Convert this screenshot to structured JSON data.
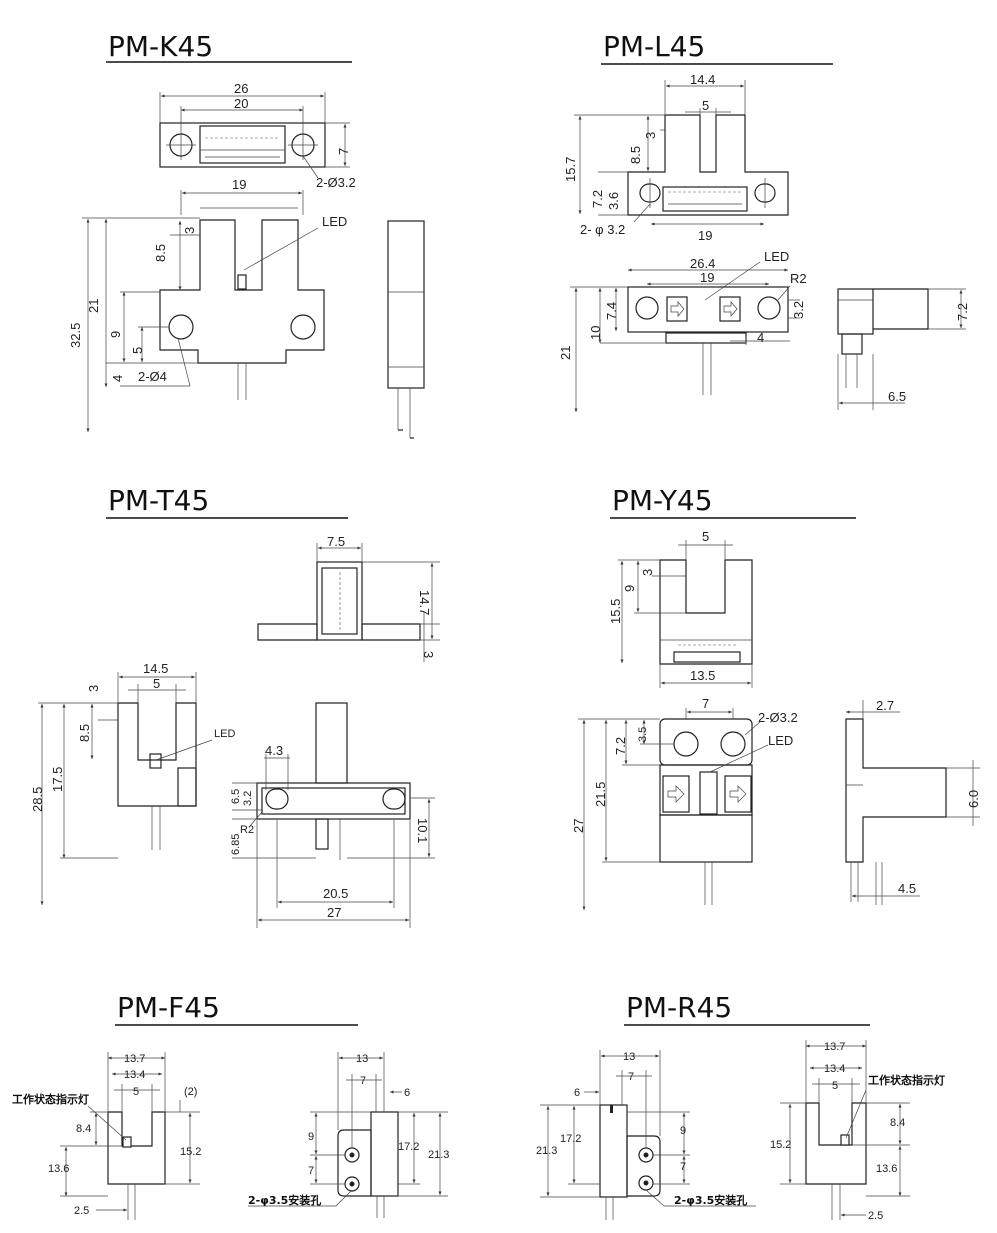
{
  "models": {
    "k45": {
      "title": "PM-K45",
      "dims": {
        "w26": "26",
        "w20": "20",
        "h7": "7",
        "holes": "2-Ø3.2",
        "w19": "19",
        "h3": "3",
        "h8_5": "8.5",
        "h32_5": "32.5",
        "h21": "21",
        "h9": "9",
        "h5": "5",
        "h4": "4",
        "holes2": "2-Ø4"
      },
      "led": "LED"
    },
    "l45": {
      "title": "PM-L45",
      "dims": {
        "w14_4": "14.4",
        "w5": "5",
        "h15_7": "15.7",
        "h8_5": "8.5",
        "h3": "3",
        "h7_2": "7.2",
        "h3_6": "3.6",
        "holes": "2- φ 3.2",
        "w19": "19",
        "w26_4": "26.4",
        "w19b": "19",
        "r2": "R2",
        "h7_4": "7.4",
        "h10": "10",
        "h21": "21",
        "h3_2": "3.2",
        "w4": "4",
        "h7_2b": "7.2",
        "w6_5": "6.5"
      },
      "led": "LED"
    },
    "t45": {
      "title": "PM-T45",
      "dims": {
        "w7_5": "7.5",
        "h14_7": "14.7",
        "h3": "3",
        "w14_5": "14.5",
        "w5": "5",
        "h3b": "3",
        "h8_5": "8.5",
        "h28_5": "28.5",
        "h17_5": "17.5",
        "w4_3": "4.3",
        "h6_5": "6.5",
        "h3_2": "3.2",
        "r2": "R2",
        "h6_85": "6.85",
        "h10_1": "10.1",
        "w20_5": "20.5",
        "w27": "27"
      },
      "led": "LED"
    },
    "y45": {
      "title": "PM-Y45",
      "dims": {
        "w5": "5",
        "h3": "3",
        "h9": "9",
        "h15_5": "15.5",
        "w13_5": "13.5",
        "w7": "7",
        "holes": "2-Ø3.2",
        "h3_5": "3.5",
        "h7_2": "7.2",
        "h21_5": "21.5",
        "h27": "27",
        "w2_7": "2.7",
        "h6_0": "6.0",
        "w4_5": "4.5"
      },
      "led": "LED"
    },
    "f45": {
      "title": "PM-F45",
      "dims": {
        "w13_7": "13.7",
        "w13_4": "13.4",
        "w5": "5",
        "paren2": "(2)",
        "h8_4": "8.4",
        "h15_2": "15.2",
        "h13_6": "13.6",
        "w2_5": "2.5",
        "w13": "13",
        "w7": "7",
        "w6": "6",
        "h9": "9",
        "h7": "7",
        "h17_2": "17.2",
        "h21_3": "21.3",
        "holes": "2-φ3.5安装孔"
      },
      "indicator": "工作状态指示灯"
    },
    "r45": {
      "title": "PM-R45",
      "dims": {
        "w13": "13",
        "w7": "7",
        "w6": "6",
        "h21_3": "21.3",
        "h17_2": "17.2",
        "h9": "9",
        "h7": "7",
        "holes": "2-φ3.5安装孔",
        "w13_7": "13.7",
        "w13_4": "13.4",
        "w5": "5",
        "h8_4": "8.4",
        "h15_2": "15.2",
        "h13_6": "13.6",
        "w2_5": "2.5"
      },
      "indicator": "工作状态指示灯"
    }
  }
}
